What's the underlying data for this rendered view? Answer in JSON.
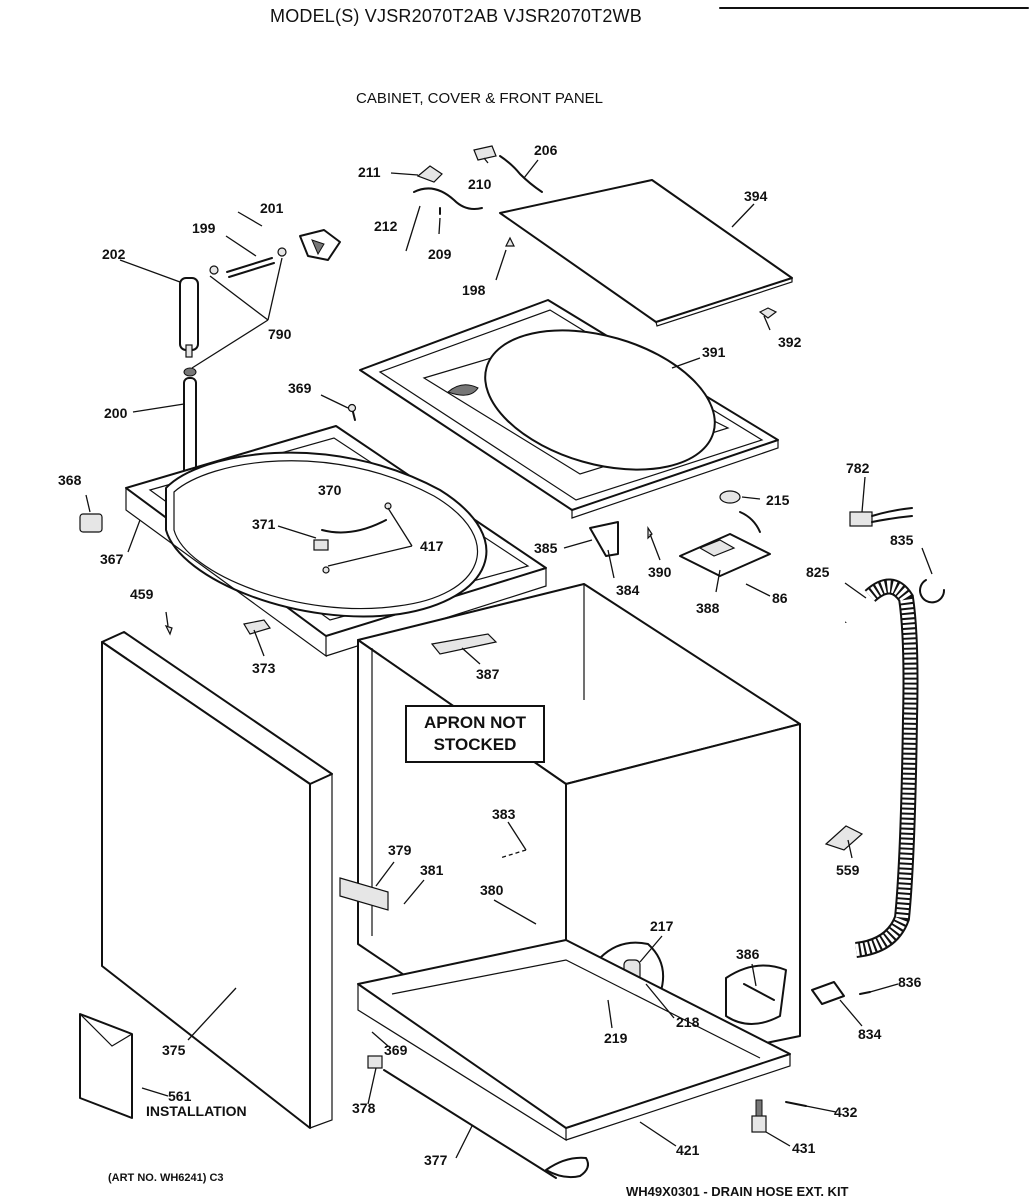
{
  "header": {
    "model_title": "MODEL(S) VJSR2070T2AB  VJSR2070T2WB",
    "section_title": "CABINET, COVER & FRONT PANEL"
  },
  "callout": {
    "line1": "APRON NOT",
    "line2": "STOCKED"
  },
  "footer": {
    "art_no": "(ART NO. WH6241) C3",
    "kit_note": "WH49X0301 - DRAIN HOSE EXT. KIT"
  },
  "parts": [
    {
      "id": "p211",
      "label": "211"
    },
    {
      "id": "p210",
      "label": "210"
    },
    {
      "id": "p206",
      "label": "206"
    },
    {
      "id": "p212",
      "label": "212"
    },
    {
      "id": "p209",
      "label": "209"
    },
    {
      "id": "p198",
      "label": "198"
    },
    {
      "id": "p394",
      "label": "394"
    },
    {
      "id": "p201",
      "label": "201"
    },
    {
      "id": "p199",
      "label": "199"
    },
    {
      "id": "p202",
      "label": "202"
    },
    {
      "id": "p790",
      "label": "790"
    },
    {
      "id": "p392",
      "label": "392"
    },
    {
      "id": "p391",
      "label": "391"
    },
    {
      "id": "p369a",
      "label": "369"
    },
    {
      "id": "p200",
      "label": "200"
    },
    {
      "id": "p368",
      "label": "368"
    },
    {
      "id": "p782",
      "label": "782"
    },
    {
      "id": "p370",
      "label": "370"
    },
    {
      "id": "p215",
      "label": "215"
    },
    {
      "id": "p371",
      "label": "371"
    },
    {
      "id": "p417",
      "label": "417"
    },
    {
      "id": "p835",
      "label": "835"
    },
    {
      "id": "p385",
      "label": "385"
    },
    {
      "id": "p390",
      "label": "390"
    },
    {
      "id": "p367",
      "label": "367"
    },
    {
      "id": "p825",
      "label": "825"
    },
    {
      "id": "p384",
      "label": "384"
    },
    {
      "id": "p86",
      "label": "86"
    },
    {
      "id": "p388",
      "label": "388"
    },
    {
      "id": "p459",
      "label": "459"
    },
    {
      "id": "p373",
      "label": "373"
    },
    {
      "id": "p387",
      "label": "387"
    },
    {
      "id": "p383",
      "label": "383"
    },
    {
      "id": "p379",
      "label": "379"
    },
    {
      "id": "p559",
      "label": "559"
    },
    {
      "id": "p381",
      "label": "381"
    },
    {
      "id": "p380",
      "label": "380"
    },
    {
      "id": "p217",
      "label": "217"
    },
    {
      "id": "p386",
      "label": "386"
    },
    {
      "id": "p836",
      "label": "836"
    },
    {
      "id": "p218",
      "label": "218"
    },
    {
      "id": "p219",
      "label": "219"
    },
    {
      "id": "p834",
      "label": "834"
    },
    {
      "id": "p375",
      "label": "375"
    },
    {
      "id": "p369b",
      "label": "369"
    },
    {
      "id": "p561",
      "label": "561"
    },
    {
      "id": "p378",
      "label": "378"
    },
    {
      "id": "p432",
      "label": "432"
    },
    {
      "id": "p421",
      "label": "421"
    },
    {
      "id": "p431",
      "label": "431"
    },
    {
      "id": "p377",
      "label": "377"
    }
  ],
  "installation_label": "INSTALLATION"
}
